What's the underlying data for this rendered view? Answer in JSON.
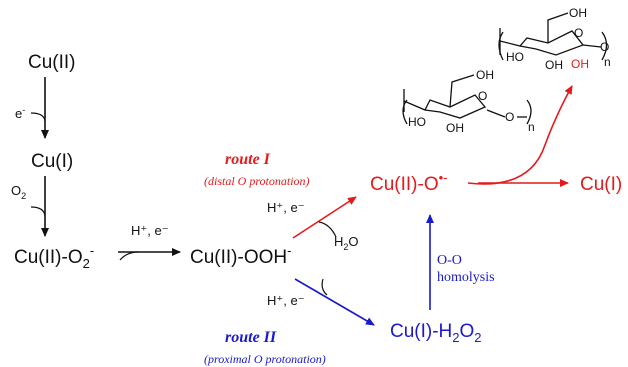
{
  "colors": {
    "black": "#111111",
    "red": "#e41a1c",
    "blue": "#1a1acc",
    "red_oh": "#e41a1c"
  },
  "species": {
    "cu2": "Cu(II)",
    "cu1": "Cu(I)",
    "cu2_o2_base": "Cu(II)-O",
    "cu2_o2_sub": "2",
    "cu2_o2_sup": "-",
    "cu2_ooh_base": "Cu(II)-OOH",
    "cu2_ooh_sup": "-",
    "cu2_oxyl_base": "Cu(II)-O",
    "cu2_oxyl_sup": "•-",
    "cu1_product": "Cu(I)",
    "cu1_h2o2_base": "Cu(I)-H",
    "cu1_h2o2_sub1": "2",
    "cu1_h2o2_mid": "O",
    "cu1_h2o2_sub2": "2"
  },
  "reagents": {
    "e_minus_base": "e",
    "e_minus_sup": "-",
    "o2_base": "O",
    "o2_sub": "2",
    "h_plus_e_1": "H⁺, e⁻",
    "h_plus_e_2": "H⁺, e⁻",
    "h_plus_e_3": "H⁺, e⁻",
    "h2o_base": "H",
    "h2o_sub": "2",
    "h2o_end": "O",
    "oo_homolysis_1": "O-O",
    "oo_homolysis_2": "homolysis"
  },
  "routes": {
    "route1_title": "route I",
    "route1_sub": "(distal O protonation)",
    "route2_title": "route II",
    "route2_sub": "(proximal O protonation)"
  },
  "ring_labels": {
    "oh": "OH",
    "ho": "HO",
    "o": "O",
    "n": "n"
  }
}
